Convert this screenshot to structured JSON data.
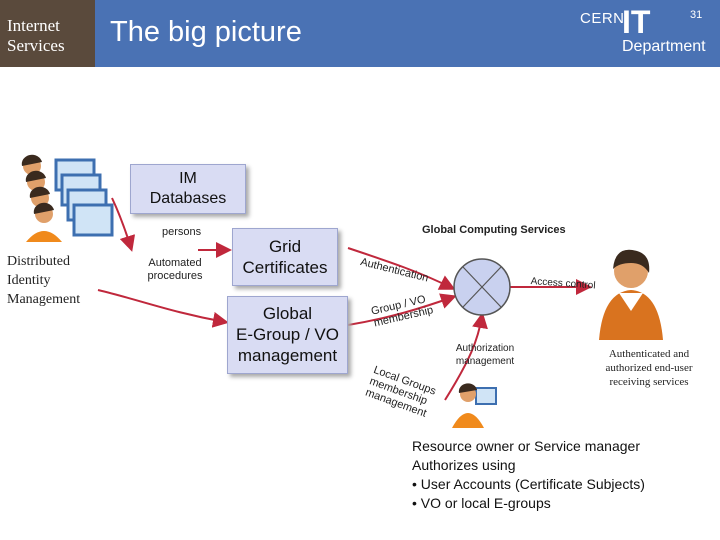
{
  "header": {
    "org_line1": "Internet",
    "org_line2": "Services",
    "title": "The big picture",
    "page_number": "31",
    "logo_cern": "CERN",
    "logo_it": "IT",
    "logo_department": "Department"
  },
  "colors": {
    "header": "#4a72b4",
    "brand": "#5a4a3c",
    "box": "#d9dcf3",
    "arrow": "#c0283c"
  },
  "icons": [
    "users-at-computers-icon",
    "user-icon",
    "internet-globe-icon",
    "manager-user-icon"
  ],
  "boxes": {
    "im_databases": "IM\nDatabases",
    "grid_certificates": "Grid\nCertificates",
    "global_egroup": "Global\nE-Group / VO\nmanagement"
  },
  "labels": {
    "distributed_identity": "Distributed\nIdentity\nManagement",
    "persons": "persons",
    "automated_procedures": "Automated\nprocedures",
    "global_computing_services": "Global Computing Services",
    "authentication": "Authentication",
    "access_control": "Access control",
    "group_vo_line1": "Group / VO",
    "group_vo_line2": "membership",
    "local_groups_line1": "Local Groups",
    "local_groups_line2": "membership",
    "local_groups_line3": "management",
    "authorization_management": "Authorization\nmanagement",
    "authenticated_users": "Authenticated and\nauthorized end-user\nreceiving services"
  },
  "resource_text": [
    "Resource owner or Service manager",
    "Authorizes using",
    "• User Accounts (Certificate Subjects)",
    "• VO or local E-groups"
  ]
}
